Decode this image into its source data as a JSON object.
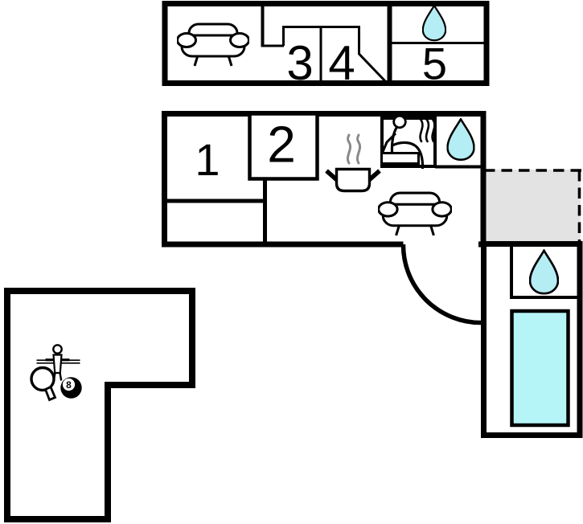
{
  "page": {
    "type": "floor-plan",
    "background": "#ffffff"
  },
  "colors": {
    "wall": "#000000",
    "water": "#b4edf4",
    "pool_water": "#b6f5f7",
    "terrace": "#e3e3e3",
    "steam": "#8a8a8a"
  },
  "buildings": {
    "upper": {
      "rooms": {
        "r3": "3",
        "r4": "4",
        "r5": "5"
      },
      "icons": [
        "sofa-icon",
        "water-drop-icon"
      ]
    },
    "main": {
      "rooms": {
        "r1": "1",
        "r2": "2"
      },
      "icons": [
        "cooking-pot-icon",
        "sauna-person-icon",
        "water-drop-icon",
        "sofa-icon",
        "door-swing-arc"
      ]
    },
    "pool_wing": {
      "icons": [
        "water-drop-icon",
        "swimming-pool"
      ]
    },
    "terrace": {
      "style": "dashed-outline"
    },
    "game_room": {
      "icons": [
        "foosball-player-icon",
        "table-tennis-paddle-icon",
        "billiard-8-ball-icon"
      ],
      "ball_label": "8"
    }
  }
}
